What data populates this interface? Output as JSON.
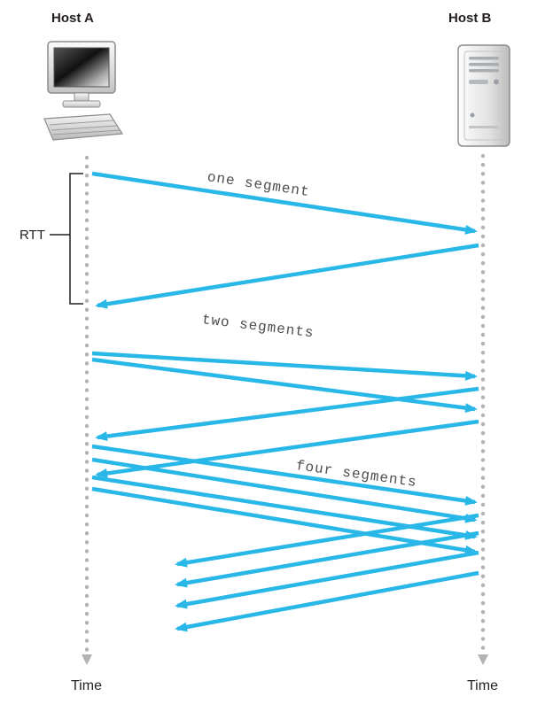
{
  "hosts": {
    "a": "Host A",
    "b": "Host B"
  },
  "annotations": {
    "rtt": "RTT",
    "segment_labels": [
      "one segment",
      "two segments",
      "four segments"
    ],
    "time_a": "Time",
    "time_b": "Time"
  },
  "icons": {
    "host_a": "desktop-computer-icon",
    "host_b": "server-tower-icon"
  },
  "colors": {
    "arrow": "#29b7e8",
    "timeline": "#b3b3b3",
    "text": "#231f20",
    "segment-label": "#4d4d4d"
  }
}
